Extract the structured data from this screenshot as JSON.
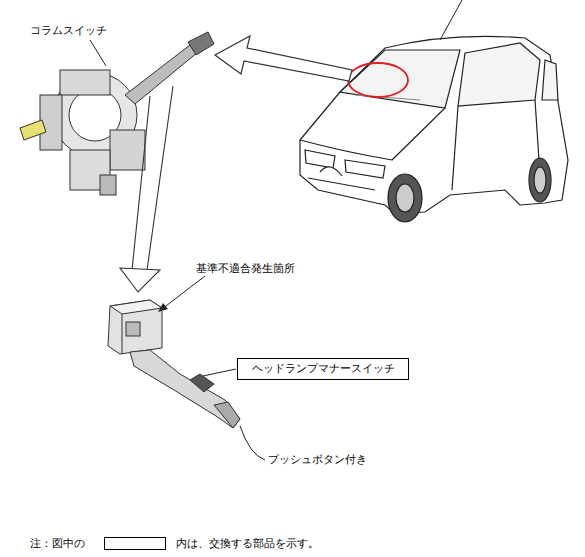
{
  "diagram": {
    "nodes": [
      {
        "text": [
          "ヘッドランプマナースイッチ"
        ]
      }
    ],
    "labels": [
      "コラムスイッチ",
      "基準不適合発生箇所",
      "プッシュボタン付き",
      "注：図中の",
      "内は、交換する部品を示す。"
    ]
  }
}
